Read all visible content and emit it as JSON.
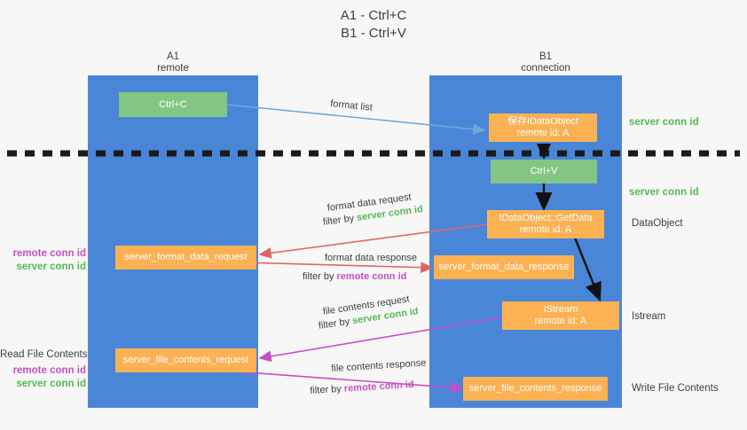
{
  "title": {
    "line1": "A1 - Ctrl+C",
    "line2": "B1 - Ctrl+V"
  },
  "colors": {
    "background": "#f7f7f7",
    "lane": "#4a86d8",
    "node_green": "#83c683",
    "node_orange": "#fcb153",
    "text_gray": "#3c4043",
    "accent_green": "#55b855",
    "accent_magenta": "#c64fc6",
    "arrow_blue": "#6fa8dc",
    "arrow_red": "#e06666",
    "arrow_magenta": "#c64fc6",
    "arrow_black": "#000000",
    "divider_black": "#1a1a1a"
  },
  "lanes": [
    {
      "id": "a1",
      "title": "A1",
      "subtitle": "remote"
    },
    {
      "id": "b1",
      "title": "B1",
      "subtitle": "connection"
    }
  ],
  "nodes": [
    {
      "id": "ctrl-c",
      "line1": "Ctrl+C",
      "line2": "",
      "style": "green"
    },
    {
      "id": "save-idataobject",
      "line1": "保存IDataObject",
      "line2": "remote id: A",
      "style": "orange"
    },
    {
      "id": "ctrl-v",
      "line1": "Ctrl+V",
      "line2": "",
      "style": "green"
    },
    {
      "id": "getdata",
      "line1": "IDataObject::GetData",
      "line2": "remote id: A",
      "style": "orange"
    },
    {
      "id": "format-data-request",
      "line1": "server_format_data_request",
      "line2": "",
      "style": "orange"
    },
    {
      "id": "format-data-response",
      "line1": "server_format_data_response",
      "line2": "",
      "style": "orange"
    },
    {
      "id": "istream",
      "line1": "IStream",
      "line2": "remote id: A",
      "style": "orange"
    },
    {
      "id": "file-contents-request",
      "line1": "server_file_contents_request",
      "line2": "",
      "style": "orange"
    },
    {
      "id": "file-contents-response",
      "line1": "server_file_contents_response",
      "line2": "",
      "style": "orange"
    }
  ],
  "edge_labels": {
    "format_list": "format list",
    "format_data_request": "format data request",
    "format_data_request_filter_prefix": "filter by ",
    "format_data_request_filter_value": "server conn id",
    "format_data_response": "format data response",
    "format_data_response_filter_prefix": "filter by ",
    "format_data_response_filter_value": "remote conn id",
    "file_contents_request": "file contents request",
    "file_contents_request_filter_prefix": "filter by ",
    "file_contents_request_filter_value": "server conn id",
    "file_contents_response": "file contents response",
    "file_contents_response_filter_prefix": "filter by ",
    "file_contents_response_filter_value": "remote conn id"
  },
  "annotations": {
    "right_server_conn_id_top": "server conn id",
    "right_server_conn_id_mid": "server conn id",
    "right_dataobject": "DataObject",
    "right_istream": "Istream",
    "right_write_file_contents": "Write File Contents",
    "left_remote_conn_id_1": "remote conn id",
    "left_server_conn_id_1": "server conn id",
    "left_read_file_contents": "Read File Contents",
    "left_remote_conn_id_2": "remote conn id",
    "left_server_conn_id_2": "server conn id"
  }
}
